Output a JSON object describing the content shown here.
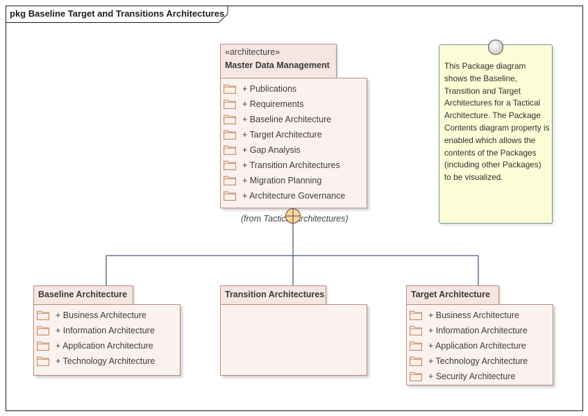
{
  "diagram": {
    "frame_title": "pkg Baseline Target and Transitions Architectures"
  },
  "master": {
    "stereotype": "«architecture»",
    "name": "Master Data Management",
    "items": [
      "+ Publications",
      "+ Requirements",
      "+ Baseline Architecture",
      "+ Target Architecture",
      "+ Gap Analysis",
      "+ Transition Architectures",
      "+ Migration Planning",
      "+ Architecture Governance"
    ],
    "from_label": "(from Tactical Architectures)"
  },
  "baseline": {
    "name": "Baseline Architecture",
    "items": [
      "+ Business Architecture",
      "+ Information Architecture",
      "+ Application Architecture",
      "+ Technology Architecture"
    ]
  },
  "transition": {
    "name": "Transition Architectures",
    "items": []
  },
  "target": {
    "name": "Target Architecture",
    "items": [
      "+ Business Architecture",
      "+ Information Architecture",
      "+ Application Architecture",
      "+ Technology Architecture",
      "+ Security Architecture"
    ]
  },
  "note": {
    "text": "This Package diagram shows the Baseline, Transition and Target Architectures for a Tactical Architecture. The Package Contents diagram property is enabled which allows the contents of the Packages (including other Packages) to be visualized."
  },
  "colors": {
    "package_fill": "#fbf2ef",
    "package_tab": "#f6e6e2",
    "package_border": "#b98c80",
    "note_fill": "#fcfdd7",
    "note_border": "#6f9a8b",
    "connector": "#4a5a78"
  },
  "icons": {
    "package_item": "folder-icon",
    "containment": "circle-plus-icon",
    "note_anchor": "circle-icon"
  }
}
